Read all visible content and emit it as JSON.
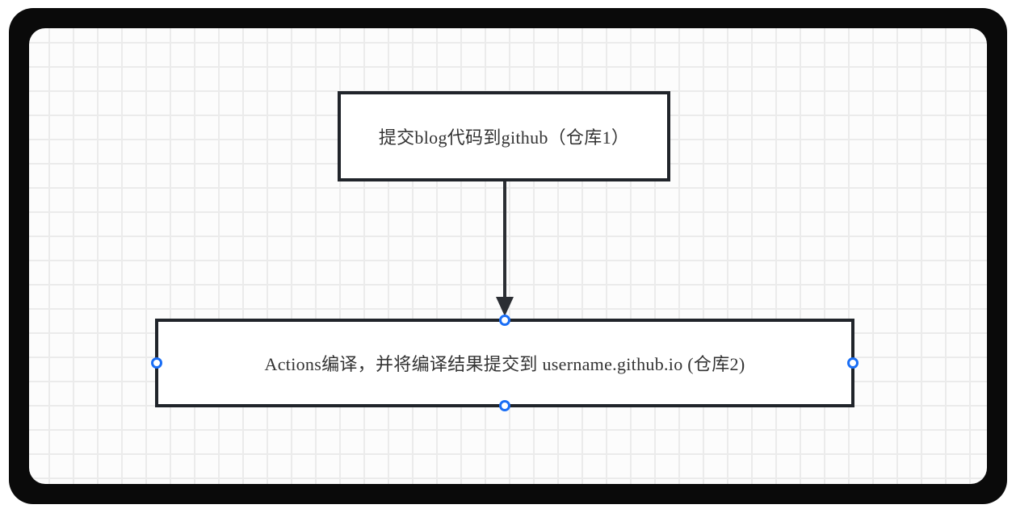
{
  "diagram": {
    "nodes": [
      {
        "id": "repo1",
        "label": "提交blog代码到github（仓库1）",
        "shape": "rectangle",
        "selected": false
      },
      {
        "id": "repo2",
        "label": "Actions编译，并将编译结果提交到 username.github.io (仓库2)",
        "shape": "rectangle",
        "selected": true
      }
    ],
    "edges": [
      {
        "from": "repo1",
        "to": "repo2",
        "style": "solid",
        "arrowhead": "filled-triangle-down"
      }
    ]
  },
  "colors": {
    "frame_color": "#0a0a0a",
    "canvas_bg": "#fcfcfc",
    "grid_line": "#ebebeb",
    "node_border": "#20242a",
    "node_bg": "#ffffff",
    "text_color": "#333333",
    "arrow_color": "#2b2e33",
    "handle_stroke": "#1a6ef5",
    "handle_fill": "#ffffff"
  }
}
